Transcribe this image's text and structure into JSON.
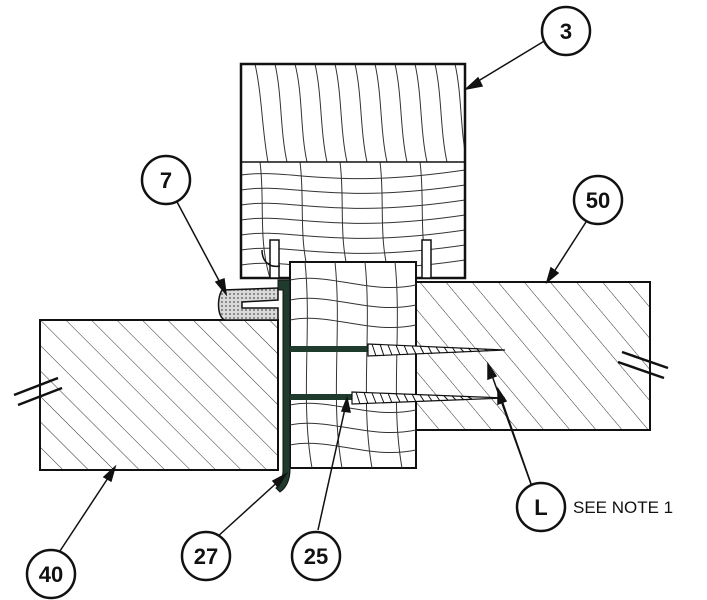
{
  "callouts": [
    {
      "id": "c3",
      "label": "3"
    },
    {
      "id": "c7",
      "label": "7"
    },
    {
      "id": "c50",
      "label": "50"
    },
    {
      "id": "cL",
      "label": "L"
    },
    {
      "id": "c27",
      "label": "27"
    },
    {
      "id": "c25",
      "label": "25"
    },
    {
      "id": "c40",
      "label": "40"
    }
  ],
  "note": "SEE NOTE 1",
  "colors": {
    "line": "#111111",
    "hatch": "#333333",
    "trim": "#1f3b2d",
    "seal": "#cfcfcf"
  }
}
